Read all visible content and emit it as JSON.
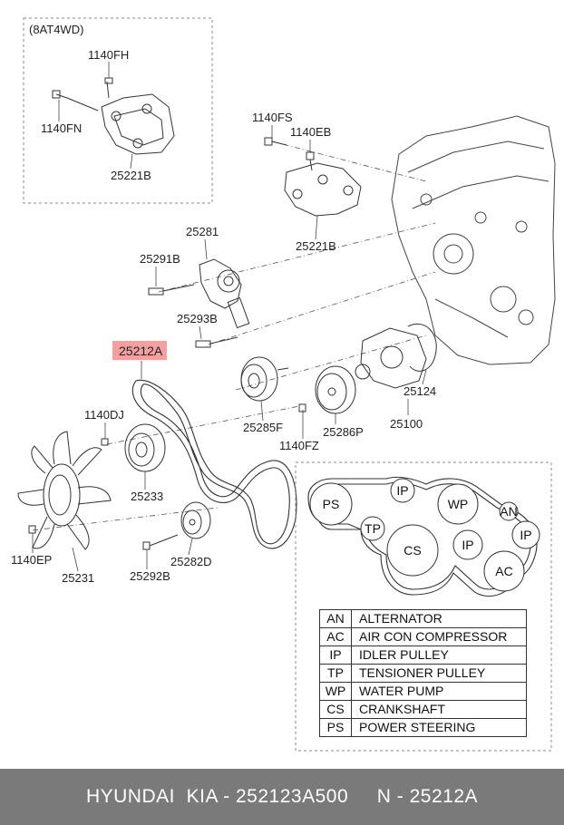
{
  "inset": {
    "label": "(8AT4WD)"
  },
  "parts": {
    "p1140FH": "1140FH",
    "p1140FN": "1140FN",
    "p25221B_inset": "25221B",
    "p1140FS": "1140FS",
    "p1140EB": "1140EB",
    "p25221B": "25221B",
    "p25281": "25281",
    "p25291B": "25291B",
    "p25293B": "25293B",
    "p25212A": "25212A",
    "p1140DJ": "1140DJ",
    "p25285F": "25285F",
    "p1140FZ": "1140FZ",
    "p25286P": "25286P",
    "p25124": "25124",
    "p25100": "25100",
    "p25233": "25233",
    "p1140EP": "1140EP",
    "p25231": "25231",
    "p25292B": "25292B",
    "p25282D": "25282D"
  },
  "highlight_color": "#f4a0a0",
  "belt_routing": {
    "pulleys": [
      "PS",
      "IP",
      "WP",
      "AN",
      "TP",
      "CS",
      "IP",
      "IP",
      "AC"
    ]
  },
  "legend": [
    {
      "code": "AN",
      "name": "ALTERNATOR"
    },
    {
      "code": "AC",
      "name": "AIR CON COMPRESSOR"
    },
    {
      "code": "IP",
      "name": "IDLER PULLEY"
    },
    {
      "code": "TP",
      "name": "TENSIONER PULLEY"
    },
    {
      "code": "WP",
      "name": "WATER PUMP"
    },
    {
      "code": "CS",
      "name": "CRANKSHAFT"
    },
    {
      "code": "PS",
      "name": "POWER STEERING"
    }
  ],
  "footer": {
    "text": "HYUNDAI  KIA - 252123A500     N - 25212A"
  }
}
